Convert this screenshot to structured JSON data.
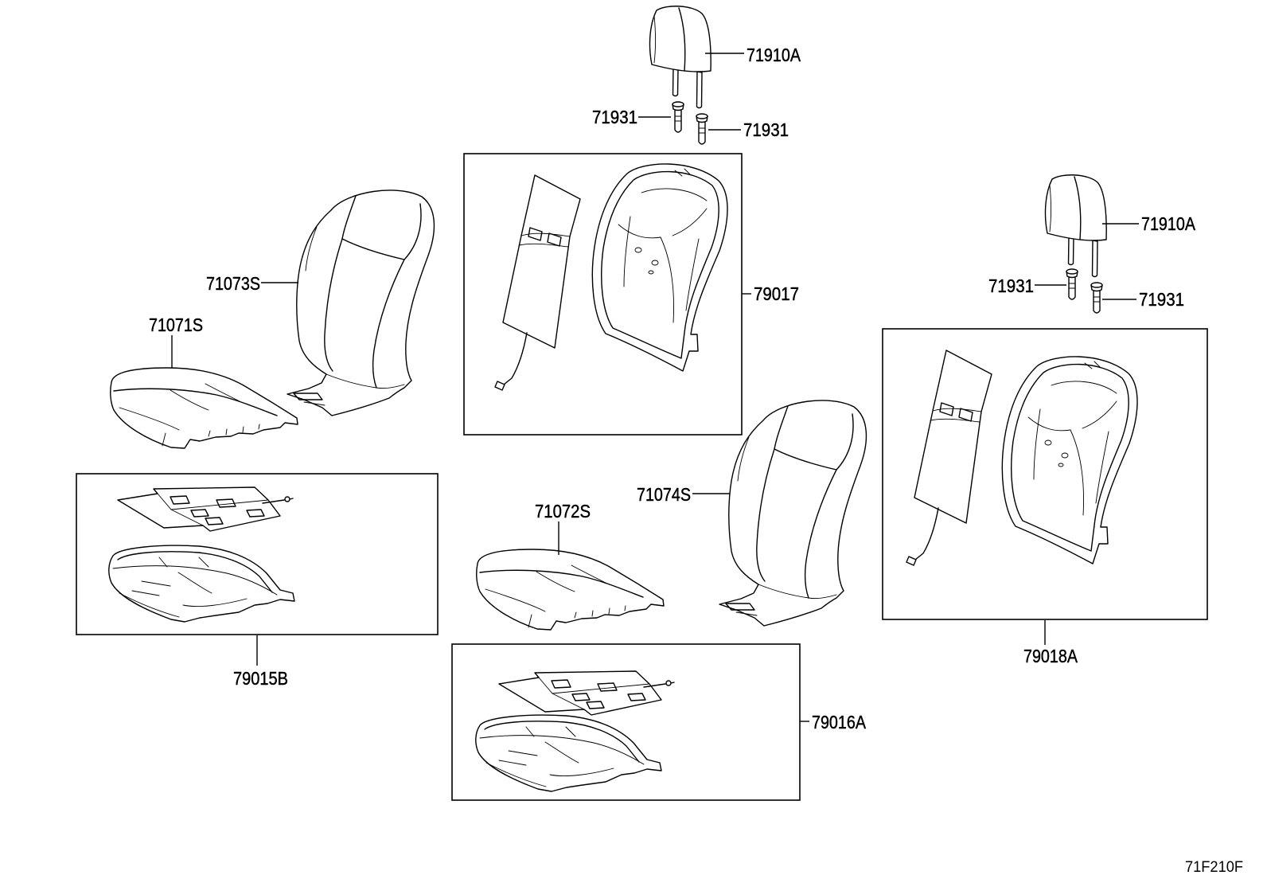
{
  "callouts": {
    "headrest_upper": "71910A",
    "guide_upper_left": "71931",
    "guide_upper_right": "71931",
    "seatback_pad_group_left": "79017",
    "seatback_cover_left": "71073S",
    "cushion_cover_left": "71071S",
    "headrest_right": "71910A",
    "guide_right_left": "71931",
    "guide_right_right": "71931",
    "seatback_cover_right": "71074S",
    "cushion_cover_right": "71072S",
    "cushion_pad_group_left": "79015B",
    "seatback_pad_group_right": "79018A",
    "cushion_pad_group_right": "79016A"
  },
  "figure_code": "71F210F",
  "colors": {
    "line": "#000000",
    "background": "#ffffff"
  }
}
